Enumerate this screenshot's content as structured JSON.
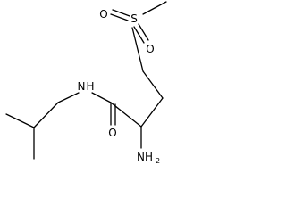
{
  "molecule": {
    "atoms": {
      "sulfur": "S",
      "oxygen_top": "O",
      "oxygen_bottom": "O",
      "amide_nitrogen": "N",
      "amide_hydrogen": "H",
      "carbonyl_oxygen": "O",
      "amine_nitrogen": "NH",
      "amine_subscript": "2"
    }
  }
}
